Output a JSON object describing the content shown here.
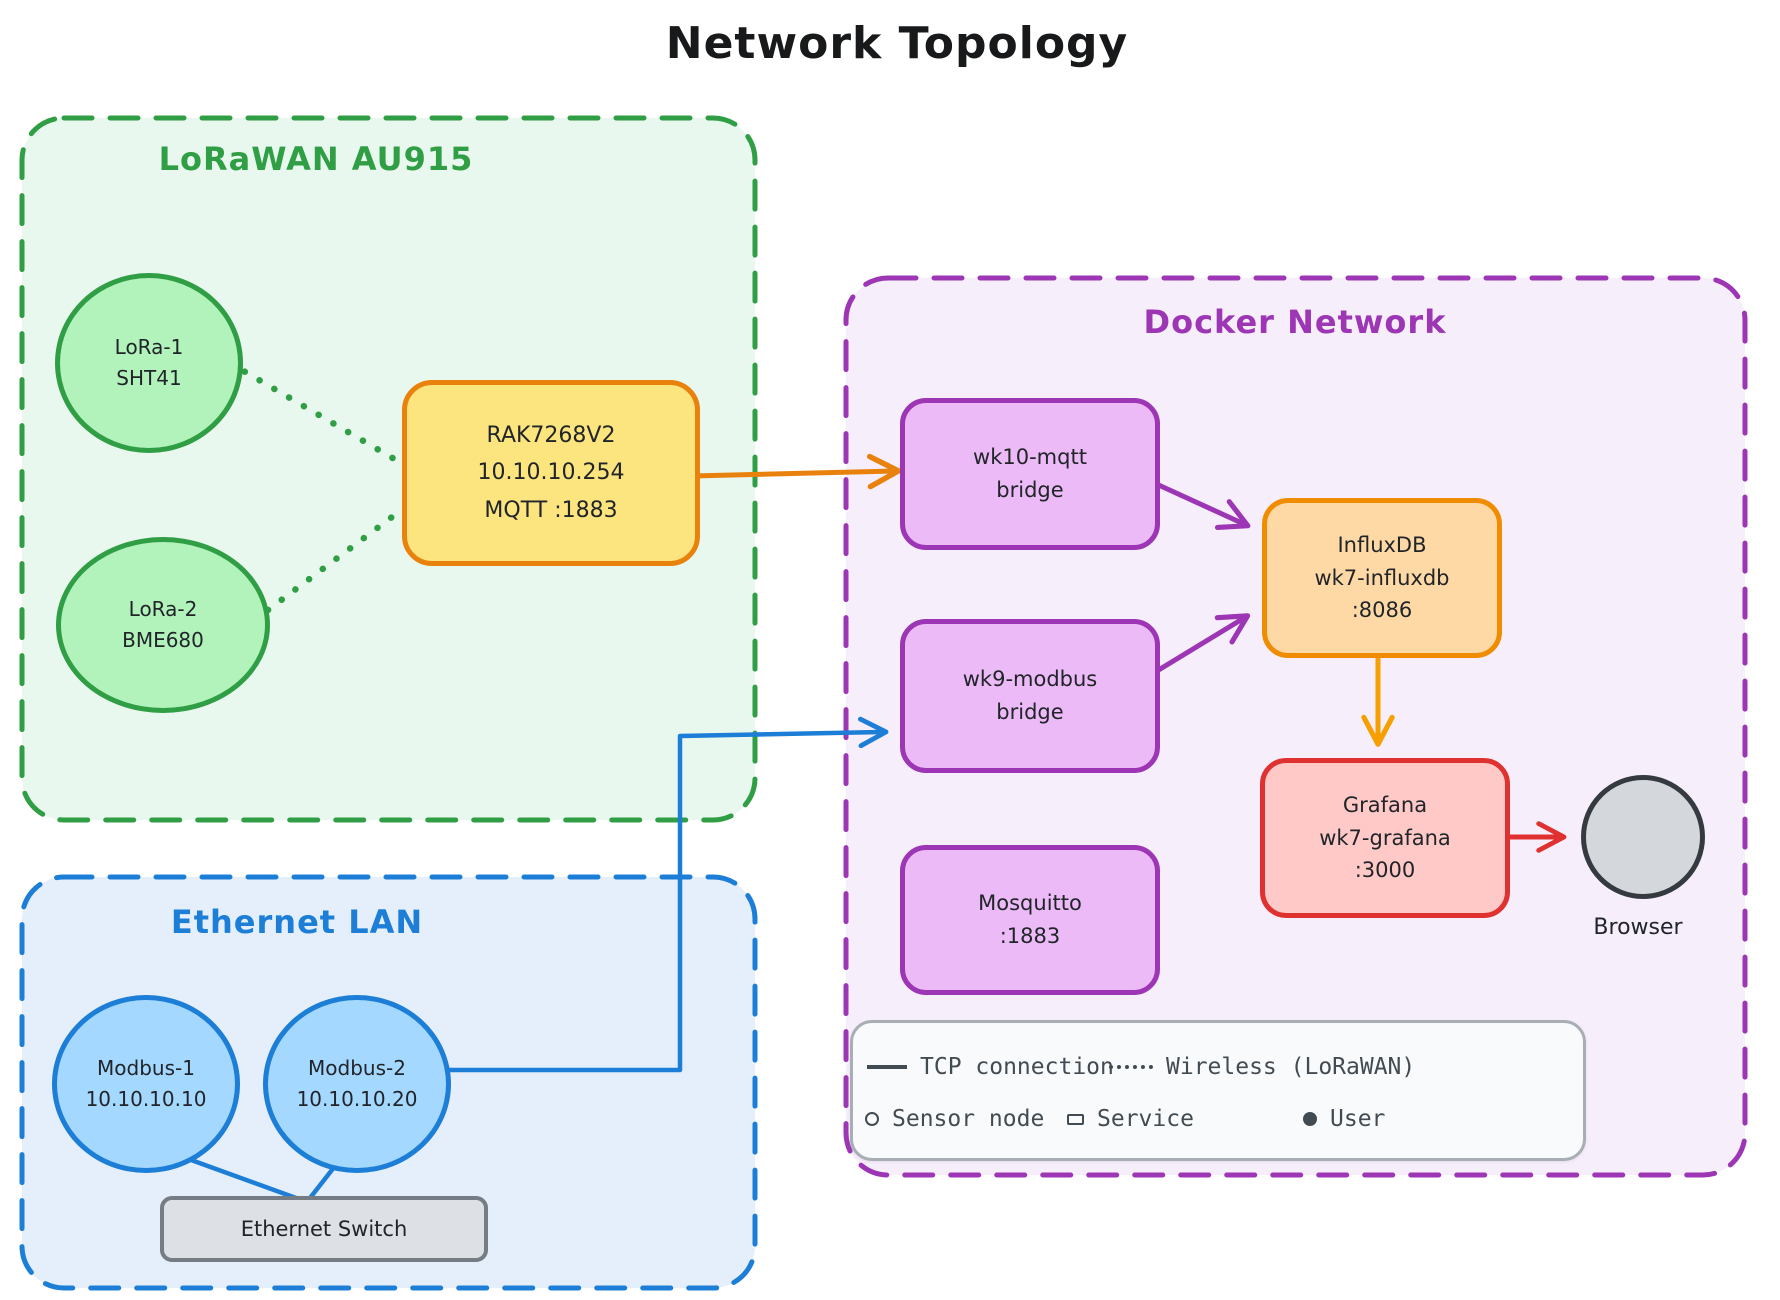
{
  "title": "Network Topology",
  "groups": {
    "lorawan": {
      "label": "LoRaWAN AU915"
    },
    "ethernet": {
      "label": "Ethernet LAN"
    },
    "docker": {
      "label": "Docker Network"
    }
  },
  "nodes": {
    "lora1": {
      "name": "LoRa-1",
      "detail": "SHT41"
    },
    "lora2": {
      "name": "LoRa-2",
      "detail": "BME680"
    },
    "gateway": {
      "name": "RAK7268V2",
      "ip": "10.10.10.254",
      "port": "MQTT :1883"
    },
    "modbus1": {
      "name": "Modbus-1",
      "ip": "10.10.10.10"
    },
    "modbus2": {
      "name": "Modbus-2",
      "ip": "10.10.10.20"
    },
    "switch": {
      "name": "Ethernet Switch"
    },
    "wk10": {
      "name": "wk10-mqtt",
      "detail": "bridge"
    },
    "wk9": {
      "name": "wk9-modbus",
      "detail": "bridge"
    },
    "mosquitto": {
      "name": "Mosquitto",
      "port": ":1883"
    },
    "influxdb": {
      "name": "InfluxDB",
      "container": "wk7-influxdb",
      "port": ":8086"
    },
    "grafana": {
      "name": "Grafana",
      "container": "wk7-grafana",
      "port": ":3000"
    },
    "browser": {
      "label": "Browser"
    }
  },
  "legend": {
    "items": [
      {
        "label": "TCP connection"
      },
      {
        "label": "Wireless (LoRaWAN)"
      },
      {
        "label": "Sensor node"
      },
      {
        "label": "Service"
      },
      {
        "label": "User"
      }
    ]
  },
  "colors": {
    "green": "#2f9e44",
    "blue": "#1c7ed6",
    "purple": "#9c36b5",
    "orange": "#e8820c",
    "amber": "#f59f00",
    "red": "#e03131",
    "gray": "#757c83"
  }
}
